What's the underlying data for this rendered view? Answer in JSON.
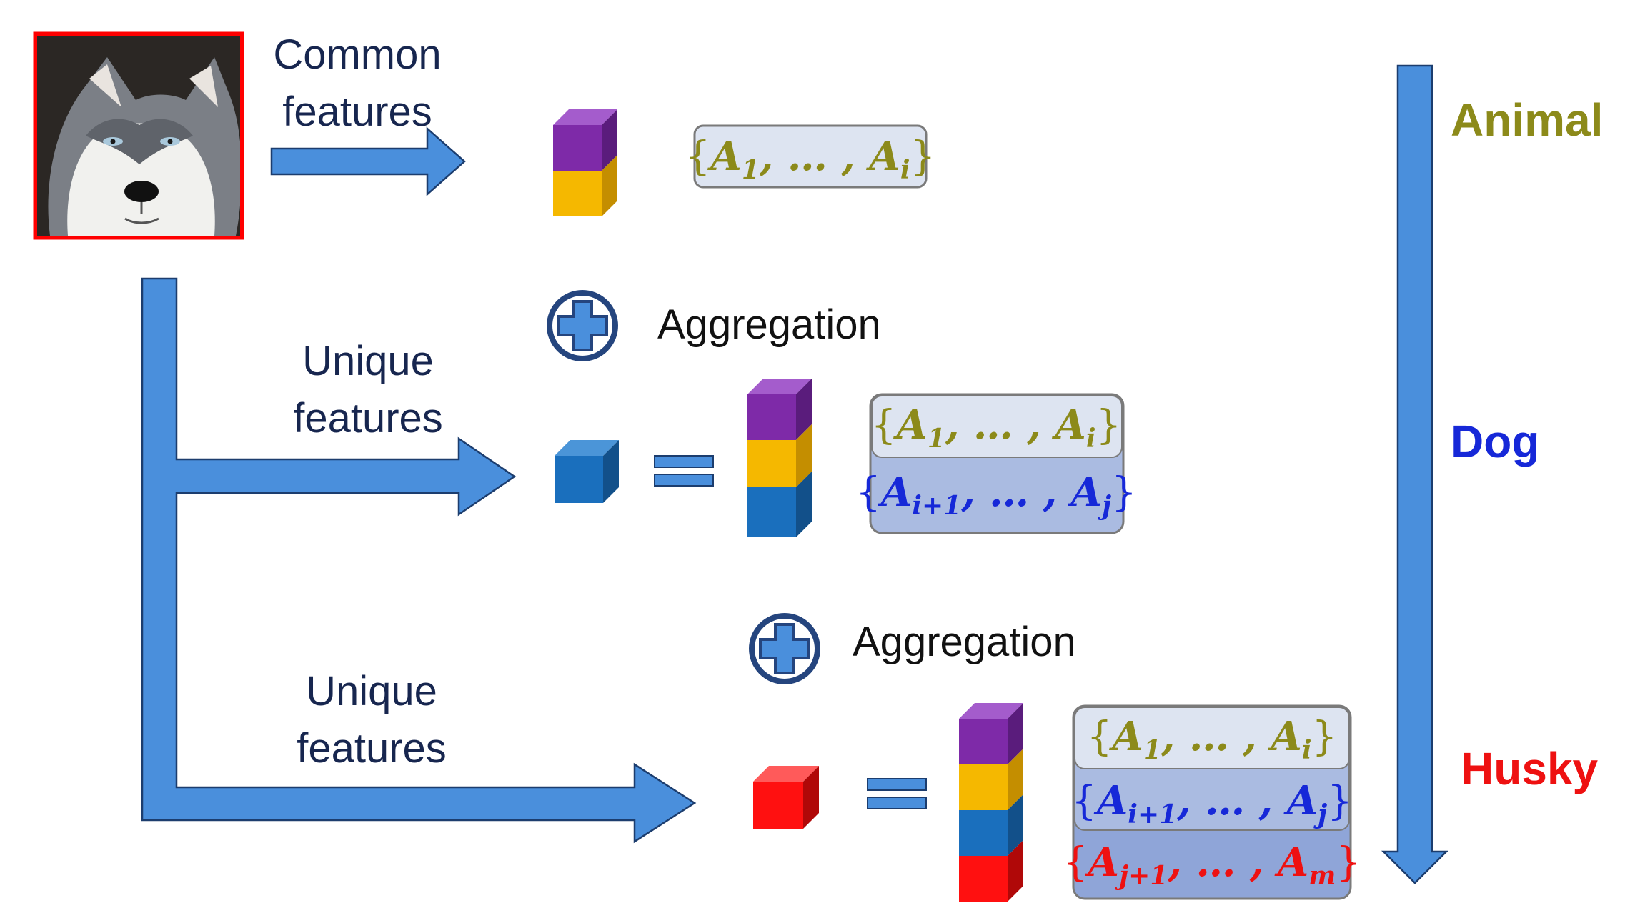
{
  "colors": {
    "arrow_fill": "#4a8fdc",
    "arrow_stroke": "#1c3d6e",
    "dark_text": "#17264f",
    "olive": "#8c8a1a",
    "blue": "#1628d8",
    "red": "#ee1111",
    "purple": "#7e2aa8",
    "yellow": "#f5b800",
    "cube_blue": "#1a6fbd",
    "cube_red": "#ff1010",
    "box_light": "#dde4f1",
    "box_mid": "#aabbe1",
    "box_dark": "#8fa5d8",
    "box_stroke": "#7a7a7a"
  },
  "image": {
    "subject": "husky-photo"
  },
  "arrows": {
    "common": {
      "line1": "Common",
      "line2": "features"
    },
    "unique1": {
      "line1": "Unique",
      "line2": "features"
    },
    "unique2": {
      "line1": "Unique",
      "line2": "features"
    }
  },
  "aggregation": {
    "label1": "Aggregation",
    "label2": "Aggregation"
  },
  "hierarchy": {
    "level1": "Animal",
    "level2": "Dog",
    "level3": "Husky"
  },
  "sets": {
    "set1": {
      "open": "{",
      "b1": "A",
      "s1": "1",
      "mid": ", … , ",
      "b2": "A",
      "s2": "i",
      "close": "}"
    },
    "set2": {
      "open": "{",
      "b1": "A",
      "s1": "i+1",
      "mid": ", … , ",
      "b2": "A",
      "s2": "j",
      "close": "}"
    },
    "set3": {
      "open": "{",
      "b1": "A",
      "s1": "j+1",
      "mid": ", … , ",
      "b2": "A",
      "s2": "m",
      "close": "}"
    }
  }
}
